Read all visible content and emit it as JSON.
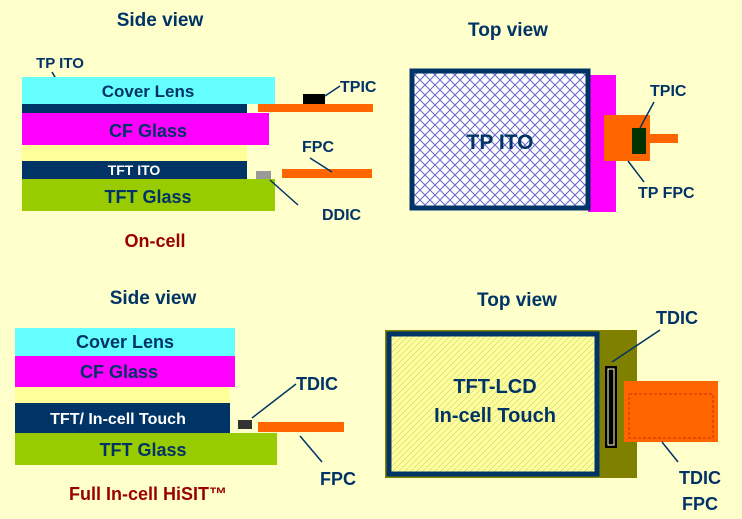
{
  "oncell": {
    "side_title": "Side view",
    "top_title": "Top view",
    "caption": "On-cell",
    "layers": {
      "cover_lens": "Cover Lens",
      "cf_glass": "CF Glass",
      "tft_ito": "TFT ITO",
      "tft_glass": "TFT Glass"
    },
    "callouts": {
      "tp_ito": "TP ITO",
      "tpic": "TPIC",
      "fpc": "FPC",
      "ddic": "DDIC"
    },
    "top": {
      "panel_label": "TP ITO",
      "tpic": "TPIC",
      "tp_fpc": "TP FPC"
    }
  },
  "incell": {
    "side_title": "Side view",
    "top_title": "Top view",
    "caption": "Full In-cell  HiSIT™",
    "layers": {
      "cover_lens": "Cover Lens",
      "cf_glass": "CF Glass",
      "tft_incell": "TFT/ In-cell Touch",
      "tft_glass": "TFT Glass"
    },
    "callouts": {
      "tdic": "TDIC",
      "fpc": "FPC"
    },
    "top": {
      "panel_line1": "TFT-LCD",
      "panel_line2": "In-cell Touch",
      "tdic": "TDIC",
      "tdic_fpc_line1": "TDIC",
      "tdic_fpc_line2": "FPC"
    }
  },
  "colors": {
    "background": "#ffffcc",
    "cover_lens": "#66ffff",
    "cf_glass": "#ff00ff",
    "tft_ito": "#003366",
    "tft_glass": "#99cc00",
    "fpc": "#ff6600",
    "ic": "#000000",
    "text_dark": "#003366",
    "text_red": "#990000",
    "panel_frame": "#808000"
  }
}
